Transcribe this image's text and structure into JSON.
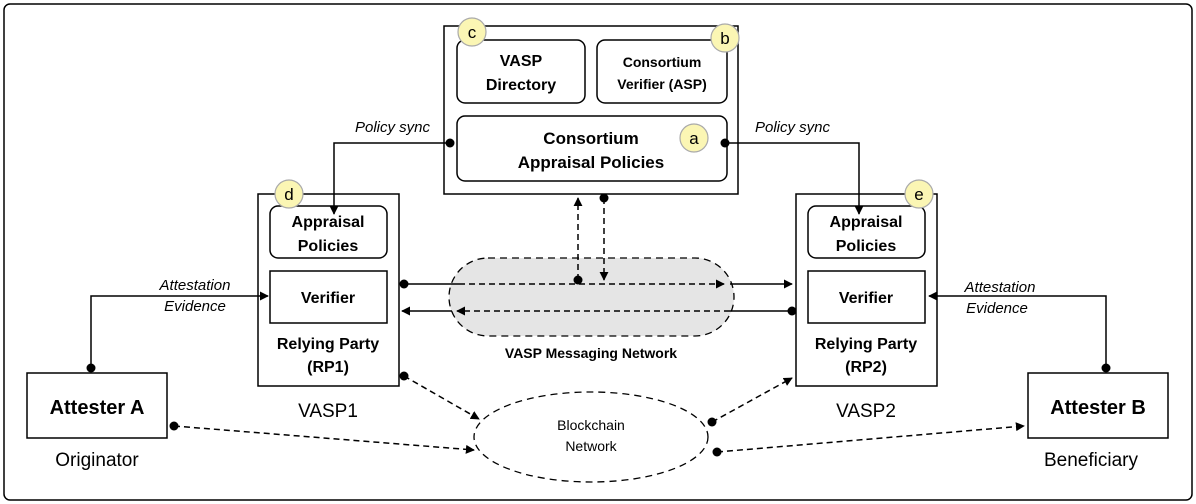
{
  "consortium": {
    "directory": [
      "VASP",
      "Directory"
    ],
    "verifier": [
      "Consortium",
      "Verifier (ASP)"
    ],
    "policies": [
      "Consortium",
      "Appraisal Policies"
    ]
  },
  "badges": {
    "a": "a",
    "b": "b",
    "c": "c",
    "d": "d",
    "e": "e"
  },
  "rp1": {
    "policies": [
      "Appraisal",
      "Policies"
    ],
    "verifier": "Verifier",
    "title": [
      "Relying Party",
      "(RP1)"
    ],
    "vasp_label": "VASP1"
  },
  "rp2": {
    "policies": [
      "Appraisal",
      "Policies"
    ],
    "verifier": "Verifier",
    "title": [
      "Relying Party",
      "(RP2)"
    ],
    "vasp_label": "VASP2"
  },
  "edges": {
    "policy_sync_left": "Policy sync",
    "policy_sync_right": "Policy sync",
    "evidence_left": [
      "Attestation",
      "Evidence"
    ],
    "evidence_right": [
      "Attestation",
      "Evidence"
    ]
  },
  "messaging_network": "VASP Messaging Network",
  "blockchain": [
    "Blockchain",
    "Network"
  ],
  "attester_a": {
    "title": "Attester A",
    "role": "Originator"
  },
  "attester_b": {
    "title": "Attester B",
    "role": "Beneficiary"
  }
}
